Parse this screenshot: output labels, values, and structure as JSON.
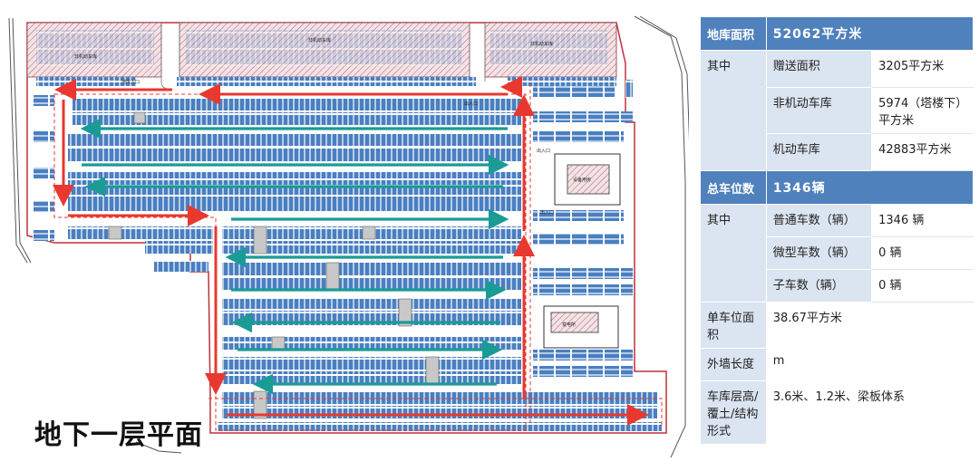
{
  "plan": {
    "title": "地下一层平面",
    "labels": [
      "非机动车库",
      "非机动车库",
      "非机动车库",
      "地库入口",
      "出入口",
      "出入口",
      "出入口",
      "设备用房",
      "变电所"
    ]
  },
  "info_table": {
    "area_label": "地库面积",
    "area_value": "52062平方米",
    "of_which": "其中",
    "gift_label": "赠送面积",
    "gift_value": "3205平方米",
    "nonmotor_label": "非机动车库",
    "nonmotor_value": "5974（塔楼下）平方米",
    "motor_label": "机动车库",
    "motor_value": "42883平方米",
    "spaces_label": "总车位数",
    "spaces_value": "1346辆",
    "of_which2": "其中",
    "normal_label": "普通车数（辆）",
    "normal_value": "1346 辆",
    "micro_label": "微型车数（辆）",
    "micro_value": "0 辆",
    "child_label": "子车数（辆）",
    "child_value": "0 辆",
    "per_space_label": "单车位面积",
    "per_space_value": "38.67平方米",
    "wall_label": "外墙长度",
    "wall_value": "m",
    "height_label": "车库层高/覆土/结构形式",
    "height_value": "3.6米、1.2米、梁板体系"
  },
  "colors": {
    "parking": "#4a7fc1",
    "arrow_red": "#e8382f",
    "arrow_teal": "#1a9b96",
    "boundary": "#c0303a",
    "header_blue": "#4f81bd",
    "cell_light": "#dbe5f1"
  }
}
